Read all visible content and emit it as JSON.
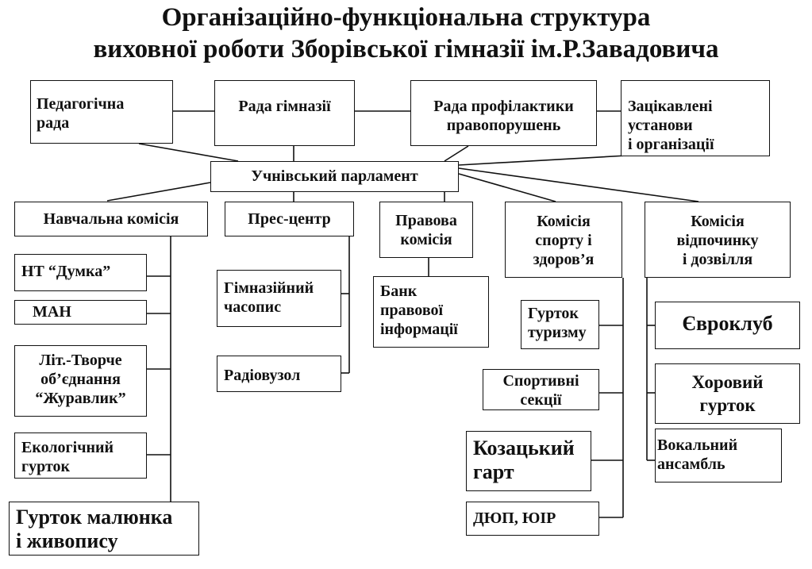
{
  "title": {
    "line1": "Організаційно-функціональна структура",
    "line2": "виховної роботи Зборівської гімназії ім.Р.Завадовича"
  },
  "top_row": {
    "ped_rada": "Педагогічна\nрада",
    "rada_gimnazii": "Рада гімназії",
    "rada_profilaktyky": "Рада профілактики\nправопорушень",
    "zatsikavleni": "Зацікавлені\nустанови\nі організації"
  },
  "parliament": "Учнівський парламент",
  "commissions": {
    "navchalna": "Навчальна комісія",
    "pres_centr": "Прес-центр",
    "pravova": "Правова\nкомісія",
    "sport": "Комісія\nспорту і\nздоров’я",
    "vidpochynok": "Комісія\nвідпочинку\nі дозвілля"
  },
  "navchalna_items": {
    "dumka": "НТ “Думка”",
    "man": "МАН",
    "zhuravlyk": "Літ.-Творче\nоб’єднання\n“Журавлик”",
    "ekolog": "Екологічний\nгурток",
    "malyunok": "Гурток малюнка\nі живопису"
  },
  "pres_items": {
    "chasopys": "Гімназійний\nчасопис",
    "radiovuzol": "Радіовузол"
  },
  "pravova_items": {
    "bank": "Банк\nправової\nінформації"
  },
  "sport_items": {
    "turyzm": "Гурток\nтуризму",
    "sektsii": "Спортивні\nсекції",
    "kozatskyi": "Козацький\nгарт",
    "dyup": "ДЮП, ЮІР"
  },
  "dozvillia_items": {
    "evroklub": "Євроклуб",
    "khorovyi": "Хоровий\nгурток",
    "vokalnyi": "Вокальний\nансамбль"
  }
}
